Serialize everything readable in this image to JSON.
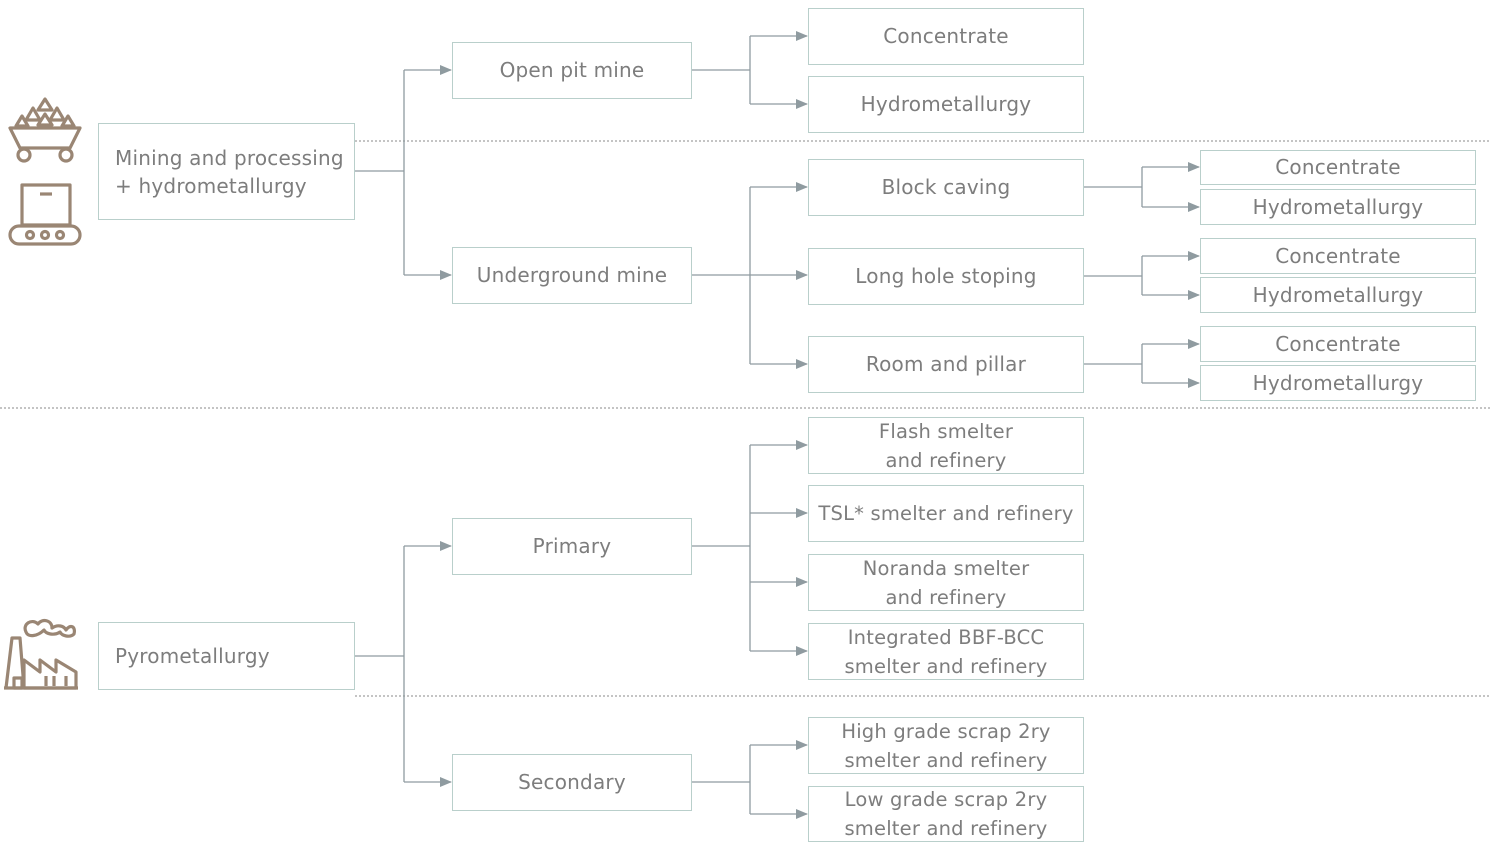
{
  "diagram": {
    "root_mining": {
      "label": "Mining and processing\n+ hydrometallurgy",
      "icons": [
        "mining-cart-icon",
        "conveyor-icon"
      ]
    },
    "root_pyro": {
      "label": "Pyrometallurgy",
      "icons": [
        "factory-icon"
      ]
    },
    "open_pit": {
      "label": "Open pit mine",
      "children": [
        "Concentrate",
        "Hydrometallurgy"
      ]
    },
    "underground": {
      "label": "Underground mine",
      "methods": [
        {
          "label": "Block caving",
          "children": [
            "Concentrate",
            "Hydrometallurgy"
          ]
        },
        {
          "label": "Long hole stoping",
          "children": [
            "Concentrate",
            "Hydrometallurgy"
          ]
        },
        {
          "label": "Room and pillar",
          "children": [
            "Concentrate",
            "Hydrometallurgy"
          ]
        }
      ]
    },
    "primary": {
      "label": "Primary",
      "children": [
        "Flash smelter\nand refinery",
        "TSL* smelter and refinery",
        "Noranda smelter\nand refinery",
        "Integrated BBF-BCC\nsmelter and refinery"
      ]
    },
    "secondary": {
      "label": "Secondary",
      "children": [
        "High grade scrap 2ry\nsmelter and refinery",
        "Low grade scrap 2ry\nsmelter and refinery"
      ]
    },
    "colors": {
      "line": "#8f9ba0",
      "box_border": "#b9cfcb",
      "text": "#7d7d7d",
      "icon": "#9a8674",
      "divider": "#8a8a8a"
    }
  }
}
